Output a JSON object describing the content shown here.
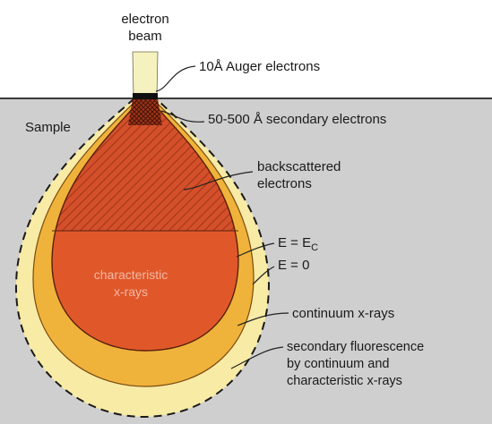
{
  "colors": {
    "background": "#ffffff",
    "sample_surface": "#cfcfcf",
    "surface_line": "#3a3a3a",
    "beam": "#f6f2bf",
    "fluorescence_zone": "#f8eba5",
    "continuum_zone": "#efb33b",
    "characteristic_zone": "#e0582a",
    "upper_zone_hatch": "#a6391c",
    "augers_band": "#111111",
    "boundary_dashed": "#1a1a1a"
  },
  "labels": {
    "beam_line1": "electron",
    "beam_line2": "beam",
    "sample": "Sample",
    "auger": "10Å Auger electrons",
    "secondary": "50-500 Å secondary electrons",
    "backscattered_line1": "backscattered",
    "backscattered_line2": "electrons",
    "e_ec_prefix": "E = E",
    "e_ec_subscript": "C",
    "e_zero": "E = 0",
    "characteristic_line1": "characteristic",
    "characteristic_line2": "x-rays",
    "continuum": "continuum x-rays",
    "fluorescence_line1": "secondary fluorescence",
    "fluorescence_line2": "by continuum and",
    "fluorescence_line3": "characteristic x-rays"
  }
}
